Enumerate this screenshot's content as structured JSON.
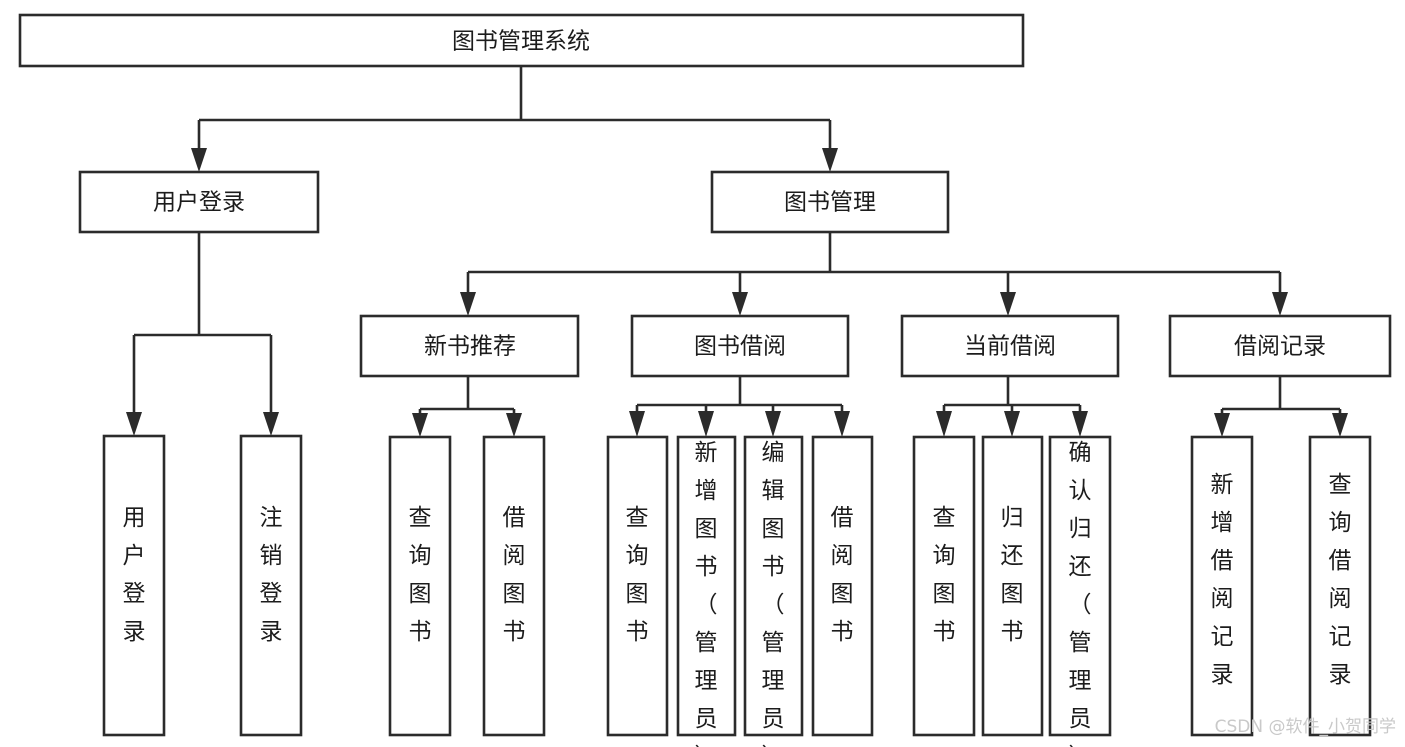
{
  "diagram": {
    "title": "图书管理系统",
    "type": "tree-hierarchy",
    "orientation": "top-down",
    "colors": {
      "box_stroke": "#2b2b2b",
      "box_fill": "#ffffff",
      "connector": "#2b2b2b",
      "text": "#1c1c1c",
      "background": "#ffffff",
      "watermark": "#c9c9c9"
    },
    "levels": {
      "root": "图书管理系统",
      "level2": [
        "用户登录",
        "图书管理"
      ],
      "level3": [
        "新书推荐",
        "图书借阅",
        "当前借阅",
        "借阅记录"
      ],
      "level4": [
        "用户登录",
        "注销登录",
        "查询图书",
        "借阅图书",
        "查询图书",
        "新增图书（管理员）",
        "编辑图书（管理员）",
        "借阅图书",
        "查询图书",
        "归还图书",
        "确认归还（管理员）",
        "新增借阅记录",
        "查询借阅记录"
      ]
    }
  },
  "nodes": {
    "root": {
      "id": "root",
      "label": "图书管理系统"
    },
    "n_user_login": {
      "id": "n_user_login",
      "label": "用户登录"
    },
    "n_book_mgmt": {
      "id": "n_book_mgmt",
      "label": "图书管理"
    },
    "n_new_rec": {
      "id": "n_new_rec",
      "label": "新书推荐"
    },
    "n_borrow": {
      "id": "n_borrow",
      "label": "图书借阅"
    },
    "n_current": {
      "id": "n_current",
      "label": "当前借阅"
    },
    "n_records": {
      "id": "n_records",
      "label": "借阅记录"
    },
    "l_user_login": {
      "id": "l_user_login",
      "label": "用户登录"
    },
    "l_logout": {
      "id": "l_logout",
      "label": "注销登录"
    },
    "l_query_book_1": {
      "id": "l_query_book_1",
      "label": "查询图书"
    },
    "l_borrow_book_1": {
      "id": "l_borrow_book_1",
      "label": "借阅图书"
    },
    "l_query_book_2": {
      "id": "l_query_book_2",
      "label": "查询图书"
    },
    "l_add_book": {
      "id": "l_add_book",
      "label": "新增图书（管理员）"
    },
    "l_edit_book": {
      "id": "l_edit_book",
      "label": "编辑图书（管理员）"
    },
    "l_borrow_book_2": {
      "id": "l_borrow_book_2",
      "label": "借阅图书"
    },
    "l_query_book_3": {
      "id": "l_query_book_3",
      "label": "查询图书"
    },
    "l_return_book": {
      "id": "l_return_book",
      "label": "归还图书"
    },
    "l_confirm_return": {
      "id": "l_confirm_return",
      "label": "确认归还（管理员）"
    },
    "l_add_record": {
      "id": "l_add_record",
      "label": "新增借阅记录"
    },
    "l_query_record": {
      "id": "l_query_record",
      "label": "查询借阅记录"
    }
  },
  "edges": [
    {
      "from": "root",
      "to": "n_user_login"
    },
    {
      "from": "root",
      "to": "n_book_mgmt"
    },
    {
      "from": "n_user_login",
      "to": "l_user_login"
    },
    {
      "from": "n_user_login",
      "to": "l_logout"
    },
    {
      "from": "n_book_mgmt",
      "to": "n_new_rec"
    },
    {
      "from": "n_book_mgmt",
      "to": "n_borrow"
    },
    {
      "from": "n_book_mgmt",
      "to": "n_current"
    },
    {
      "from": "n_book_mgmt",
      "to": "n_records"
    },
    {
      "from": "n_new_rec",
      "to": "l_query_book_1"
    },
    {
      "from": "n_new_rec",
      "to": "l_borrow_book_1"
    },
    {
      "from": "n_borrow",
      "to": "l_query_book_2"
    },
    {
      "from": "n_borrow",
      "to": "l_add_book"
    },
    {
      "from": "n_borrow",
      "to": "l_edit_book"
    },
    {
      "from": "n_borrow",
      "to": "l_borrow_book_2"
    },
    {
      "from": "n_current",
      "to": "l_query_book_3"
    },
    {
      "from": "n_current",
      "to": "l_return_book"
    },
    {
      "from": "n_current",
      "to": "l_confirm_return"
    },
    {
      "from": "n_records",
      "to": "l_add_record"
    },
    {
      "from": "n_records",
      "to": "l_query_record"
    }
  ],
  "watermark": {
    "text": "CSDN @软件_小贺同学"
  }
}
